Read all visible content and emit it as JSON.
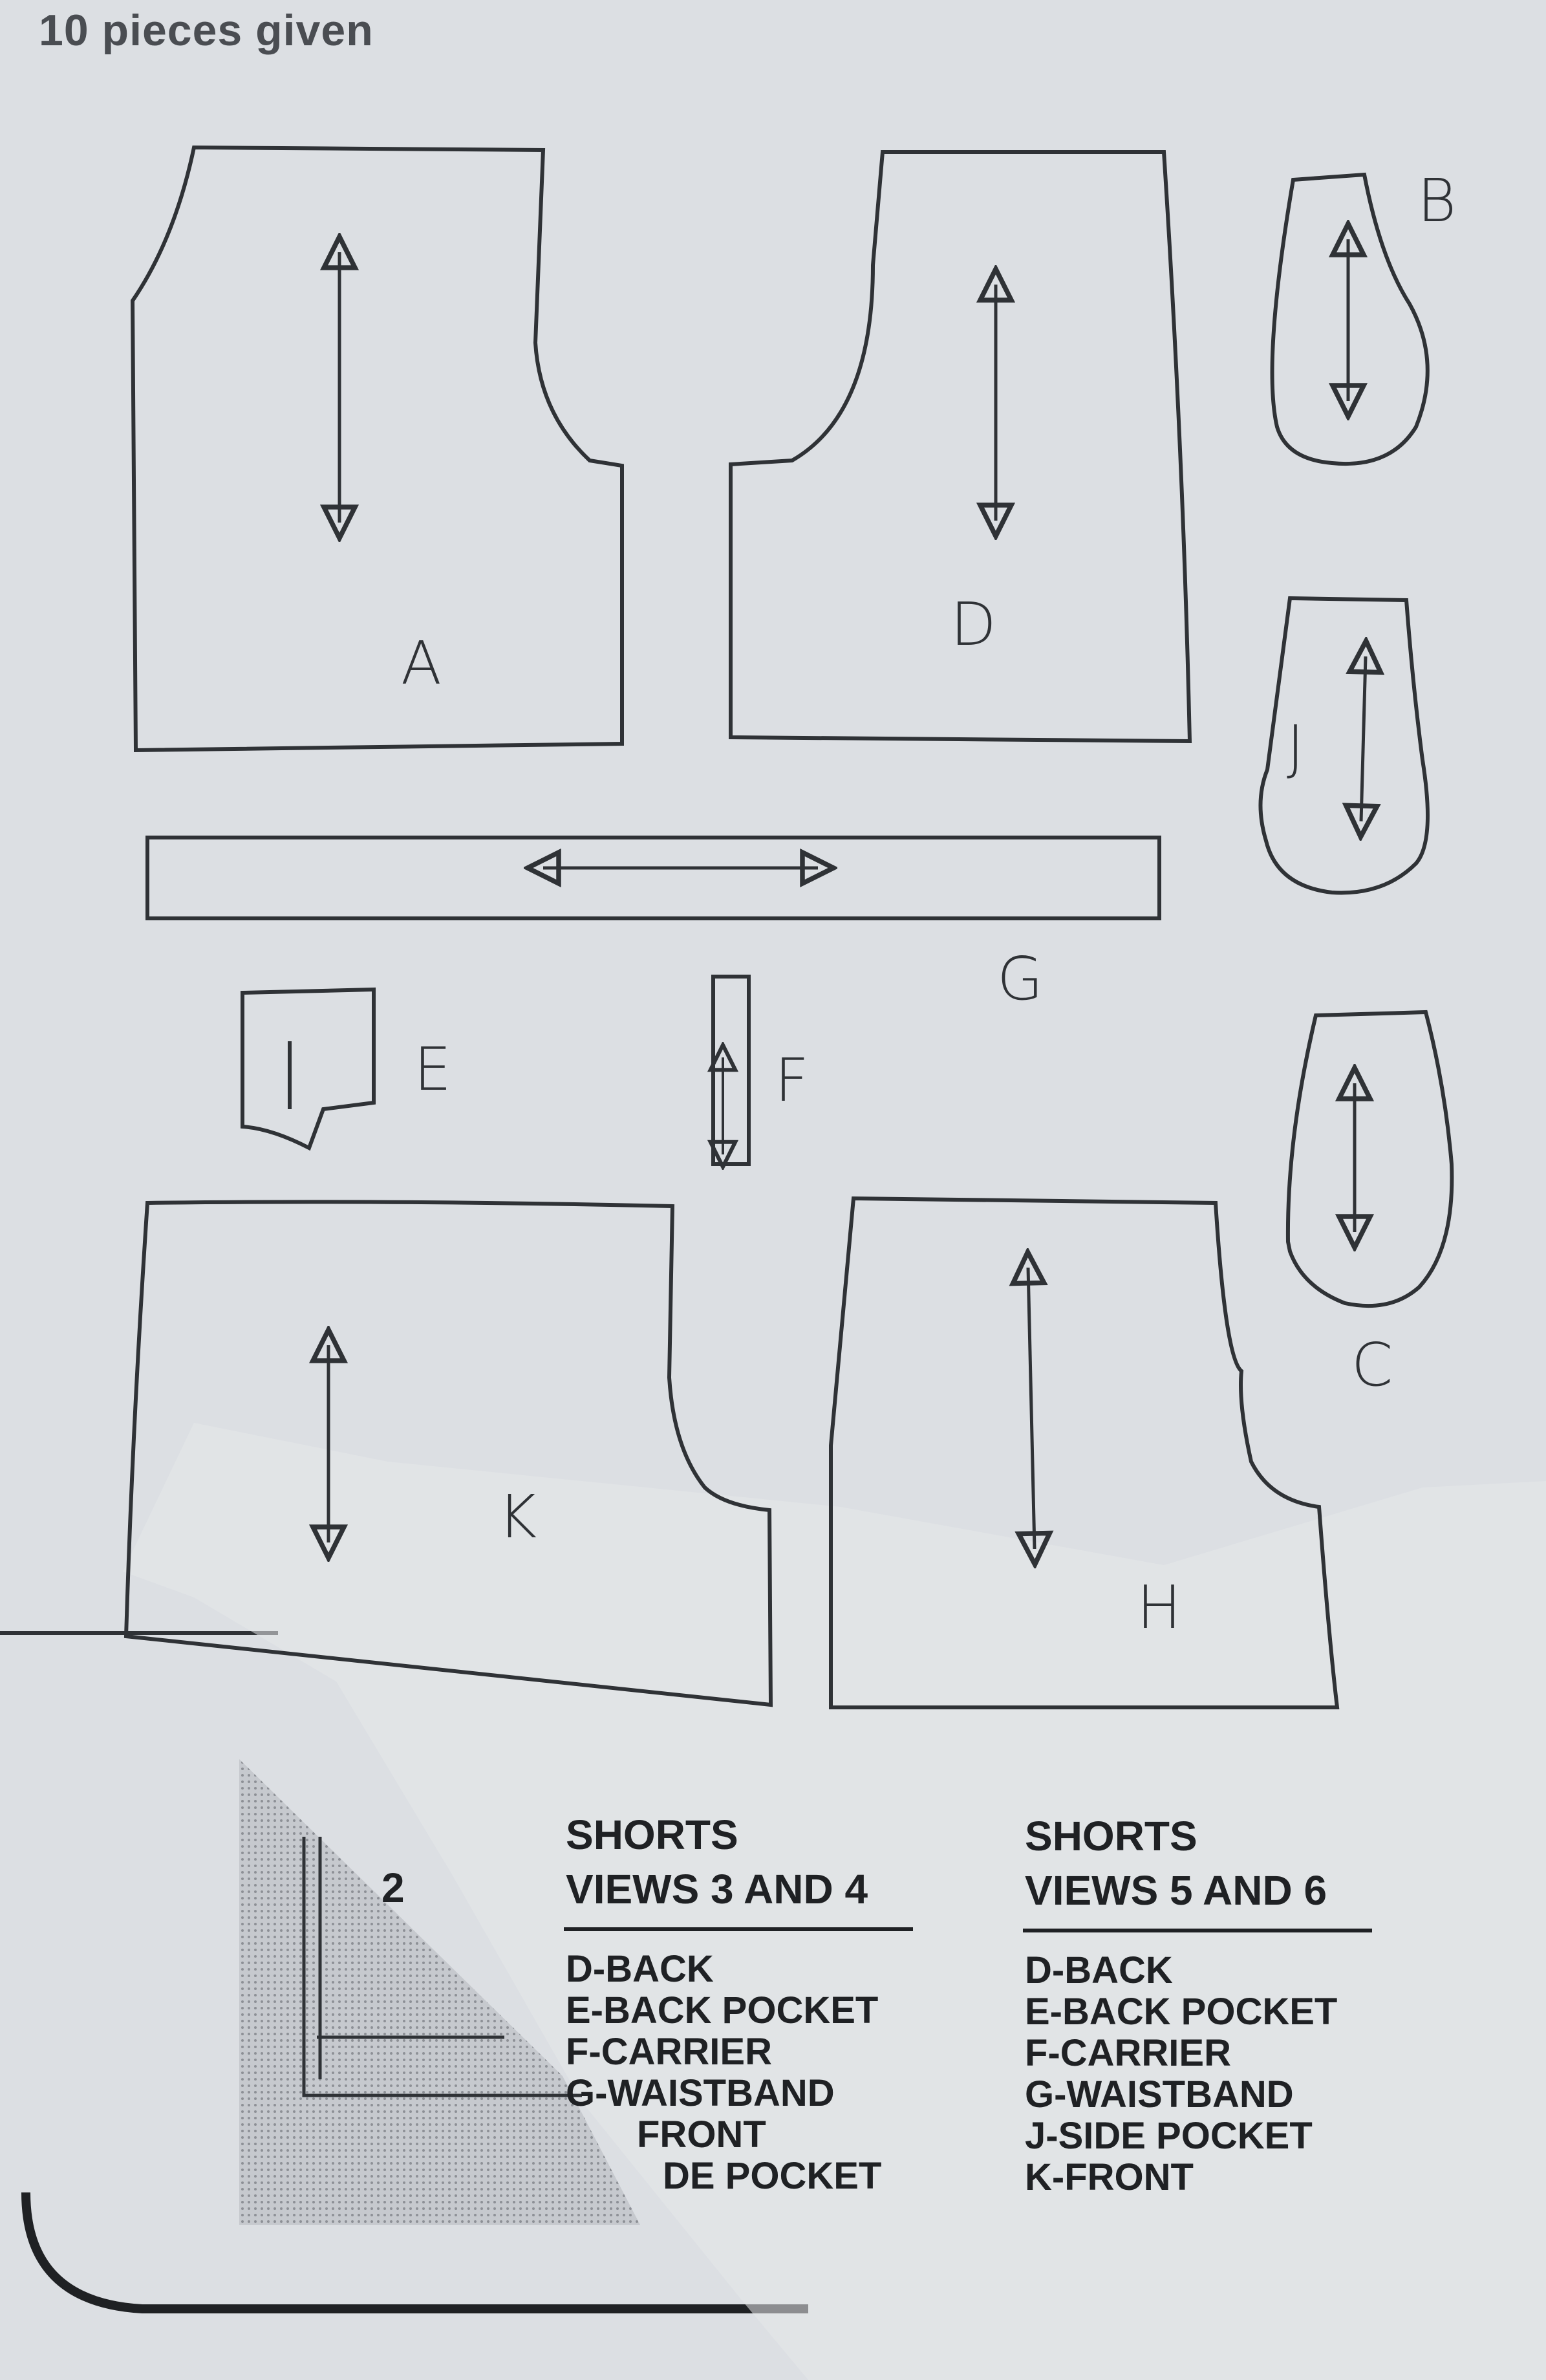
{
  "header": {
    "text": "10 pieces given"
  },
  "pieces": {
    "A": "A",
    "B": "B",
    "C": "C",
    "D": "D",
    "E": "E",
    "F": "F",
    "G": "G",
    "H": "H",
    "J": "J",
    "K": "K"
  },
  "fragment": {
    "number": "2"
  },
  "legend_left": {
    "title1": "SHORTS",
    "title2": "VIEWS 3 AND 4",
    "items": [
      "D-BACK",
      "E-BACK POCKET",
      "F-CARRIER",
      "G-WAISTBAND",
      "FRONT",
      "DE POCKET"
    ]
  },
  "legend_right": {
    "title1": "SHORTS",
    "title2": "VIEWS 5 AND 6",
    "items": [
      "D-BACK",
      "E-BACK POCKET",
      "F-CARRIER",
      "G-WAISTBAND",
      "J-SIDE POCKET",
      "K-FRONT"
    ]
  },
  "colors": {
    "paper": "#dcdfe3",
    "ink": "#2f3236",
    "torn_paper": "#e6e7e9",
    "shading": "#b9bcc2"
  }
}
